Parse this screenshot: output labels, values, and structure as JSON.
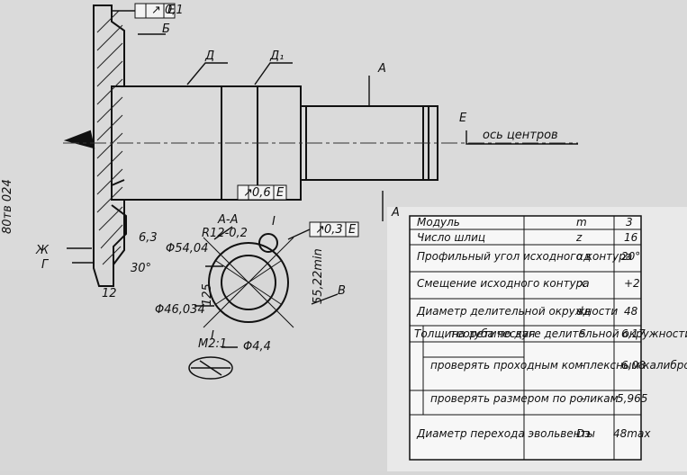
{
  "drawing": {
    "labels": {
      "b": "Б",
      "d1": "Д",
      "d2": "Д₁",
      "a_top": "А",
      "a_bottom": "А",
      "e": "Е",
      "axis": "ось центров",
      "section": "А-А",
      "zh": "Ж",
      "g": "Г",
      "v": "В",
      "i_top": "I",
      "i_bottom": "I",
      "scale": "М2:1",
      "angle": "30°",
      "vertical_dim": "80тв 024",
      "dim_12": "12",
      "dim_r": "R12-0,2",
      "dim_54": "Φ54,04",
      "dim_46": "Φ46,034",
      "dim_125": "125",
      "dim_side": "55,22min",
      "dim_44": "Φ4,4",
      "roughness": "6,3",
      "frame_top_sym": "↗",
      "frame_top_val": "0,1",
      "frame_top_ref": "Е",
      "frame_mid_sym": "↗",
      "frame_mid_val": "0,3",
      "frame_mid_ref": "Е",
      "frame_bot_sym": "↗",
      "frame_bot_val": "0,6",
      "frame_bot_ref": "Е"
    }
  },
  "table": {
    "rows": [
      {
        "label": "Модуль",
        "symbol": "m",
        "value": "3"
      },
      {
        "label": "Число шлиц",
        "symbol": "z",
        "value": "16"
      },
      {
        "label": "Профильный угол исходного контура",
        "symbol": "αд",
        "value": "20°"
      },
      {
        "label": "Смещение исходного контура",
        "symbol": "x",
        "value": "+2"
      },
      {
        "label": "Диаметр делительной окружности",
        "symbol": "dд",
        "value": "48"
      },
      {
        "label": "Толщина зуба по дуге делительной окружности",
        "sublabel": "теоретическая",
        "symbol": "S",
        "value": "6,17"
      },
      {
        "sublabel": "проверять проходным комплексным калибром",
        "symbol": "–",
        "value": "6,08"
      },
      {
        "sublabel": "проверять размером по роликам",
        "symbol": "–",
        "value": "5,965"
      },
      {
        "label": "Диаметр перехода эвольвенты",
        "symbol": "Dэ",
        "value": "48max"
      }
    ]
  }
}
